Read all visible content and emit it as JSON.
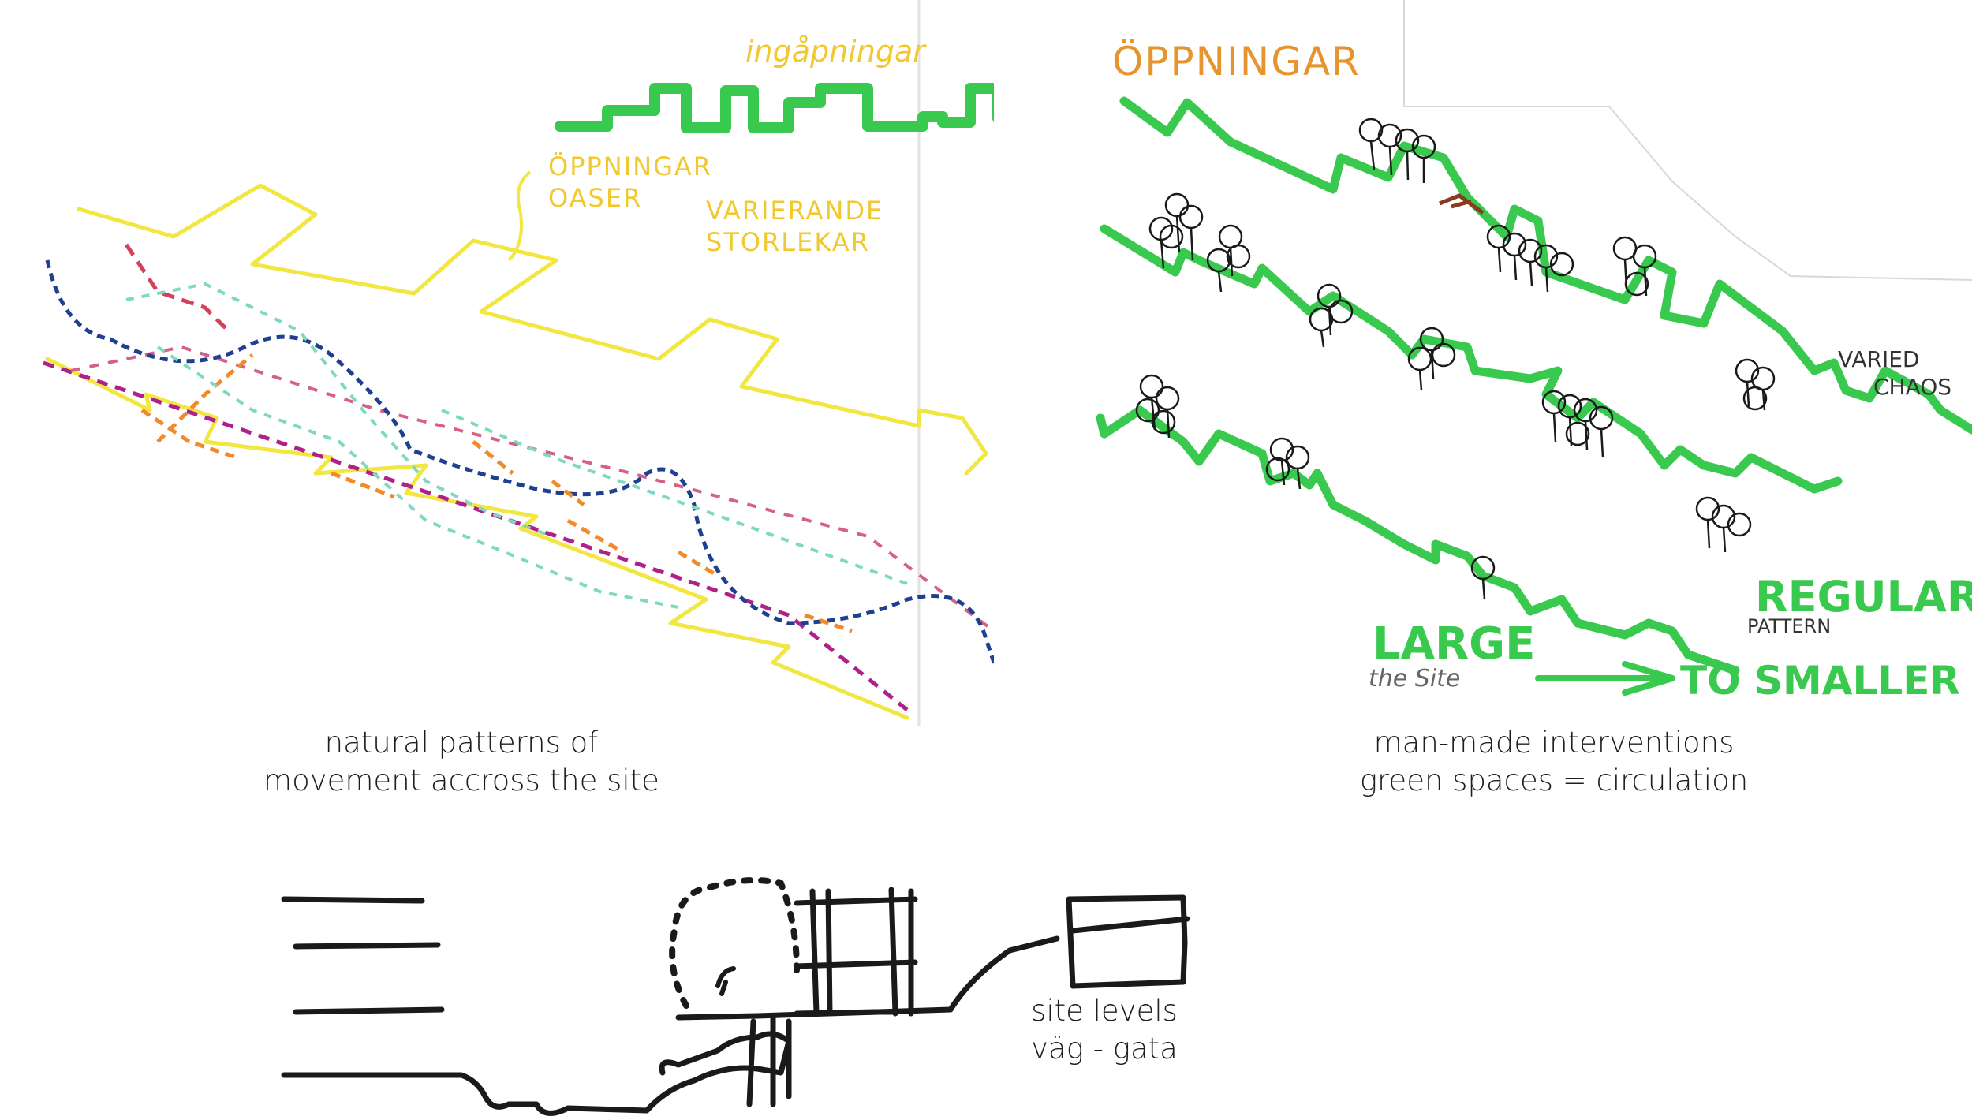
{
  "panels": {
    "left": {
      "sketch_notes": {
        "title": "ingåpningar",
        "note1_line1": "ÖPPNINGAR",
        "note1_line2": "OASER",
        "note2_line1": "VARIERANDE",
        "note2_line2": "STORLEKAR"
      },
      "caption_line1": "natural patterns of",
      "caption_line2": "movement accross the site"
    },
    "right": {
      "sketch_notes": {
        "title": "ÖPPNINGAR",
        "varied": "VARIED",
        "chaos": "CHAOS",
        "regular": "REGULAR",
        "pattern": "PATTERN",
        "large": "LARGE",
        "the_site": "the Site",
        "to_smaller": "TO SMALLER"
      },
      "caption_line1": "man-made interventions",
      "caption_line2": "green spaces = circulation"
    },
    "bottom": {
      "caption_line1": "site levels",
      "caption_line2": "väg - gata"
    }
  },
  "colors": {
    "marker_yellow": "#f2e640",
    "marker_green": "#39c94f",
    "marker_blue": "#1f3f8f",
    "marker_magenta": "#b0208a",
    "marker_orange": "#f08a2a",
    "marker_teal": "#7fd8c0",
    "marker_red": "#d5405a",
    "ink_black": "#1a1a1a",
    "note_orange": "#e6952e",
    "note_brown": "#8a3a20",
    "paper_edge": "#d8d8d8"
  }
}
